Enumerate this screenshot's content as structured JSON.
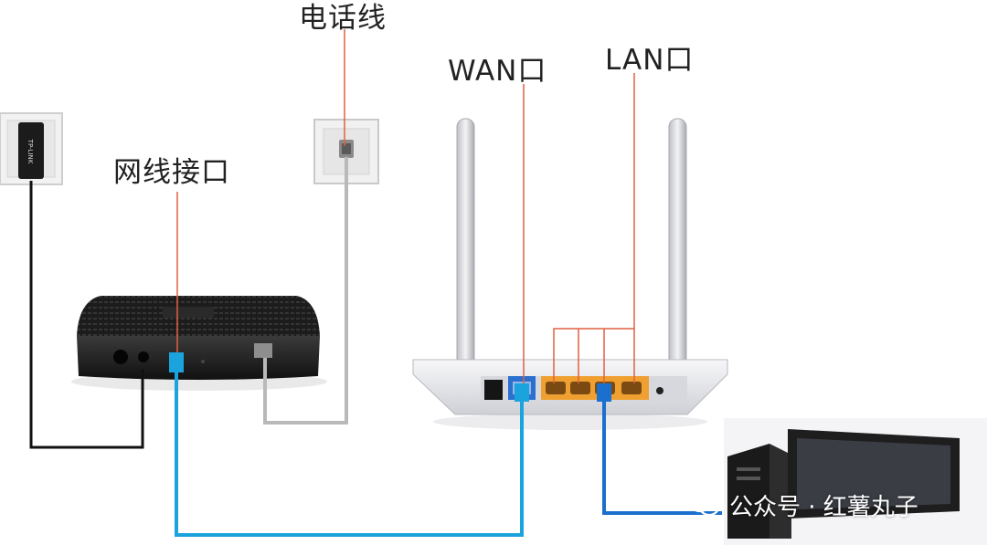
{
  "labels": {
    "phone_line": "电话线",
    "network_port": "网线接口",
    "wan_port": "WAN口",
    "lan_port": "LAN口"
  },
  "device_logos": {
    "wall_adapter": "TP-LINK"
  },
  "watermark": {
    "text": "公众号 · 红薯丸子",
    "icon": "wechat-icon"
  },
  "colors": {
    "ethernet_cable": "#1aa3dc",
    "phone_cable": "#b9b9b9",
    "power_cable": "#111111",
    "callout_line": "#e06040",
    "lan_port": "#f0a030",
    "wan_port": "#2b6fcf"
  },
  "icons": [
    "power-adapter-icon",
    "phone-socket-icon",
    "modem-icon",
    "router-icon",
    "computer-icon"
  ]
}
